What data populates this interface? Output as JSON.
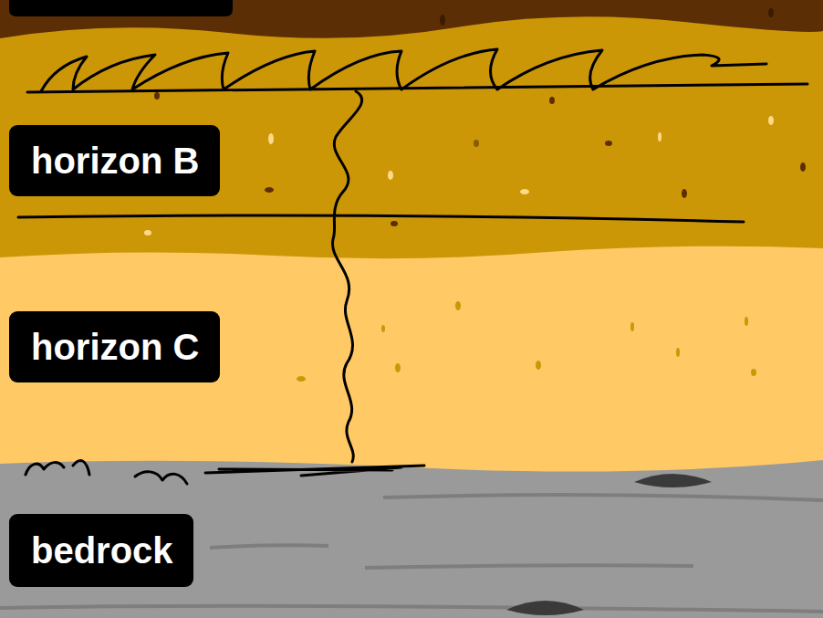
{
  "diagram": {
    "nodes": [
      {
        "text": [
          "horizon B"
        ]
      },
      {
        "text": [
          "horizon C"
        ]
      },
      {
        "text": [
          "bedrock"
        ]
      }
    ]
  }
}
